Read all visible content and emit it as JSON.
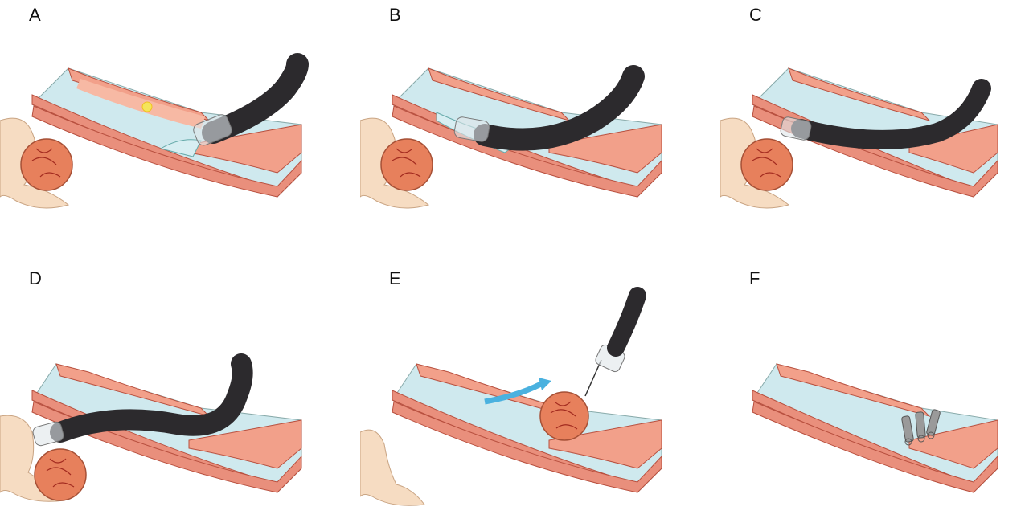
{
  "panels": [
    {
      "label": "A"
    },
    {
      "label": "B"
    },
    {
      "label": "C"
    },
    {
      "label": "D"
    },
    {
      "label": "E"
    },
    {
      "label": "F"
    }
  ],
  "colors": {
    "mucosa": "#f2a08a",
    "mucosa_light": "#f7b9a4",
    "submucosa": "#cfe9ee",
    "muscle": "#e98f7c",
    "muscle_line": "#b8503f",
    "tumor": "#e7805c",
    "tumor_vessel": "#a22a1f",
    "fat": "#f6dcc2",
    "scope": "#2c2a2d",
    "cap": "#dfe6ea",
    "arrow": "#4ab1df",
    "clip": "#9a9a9a"
  },
  "icons": [
    "endoscope",
    "transparent-cap",
    "submucosal-tumor",
    "injection-spot",
    "arrow",
    "clips"
  ]
}
